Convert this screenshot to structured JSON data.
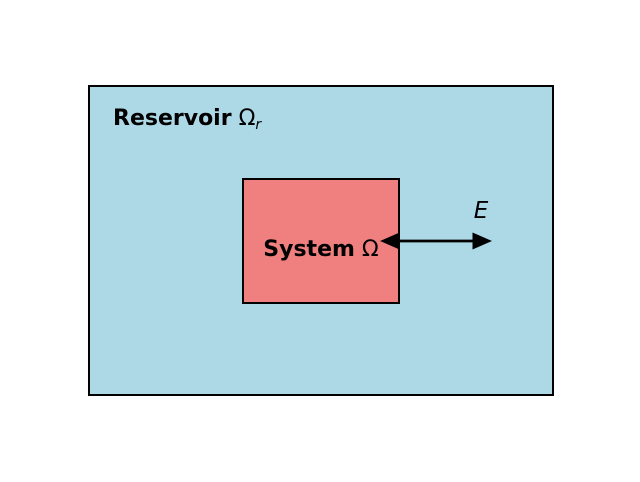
{
  "diagram": {
    "background_color": "#ffffff",
    "line_color": "#000000",
    "reservoir": {
      "label_bold": "Reservoir",
      "label_symbol": "Ω",
      "label_subscript": "r",
      "fill_color": "#ADD8E6"
    },
    "system": {
      "label_bold": "System",
      "label_symbol": "Ω",
      "fill_color": "#F08080"
    },
    "energy_arrow": {
      "label": "E",
      "style": "double-headed horizontal",
      "color": "#000000"
    }
  }
}
